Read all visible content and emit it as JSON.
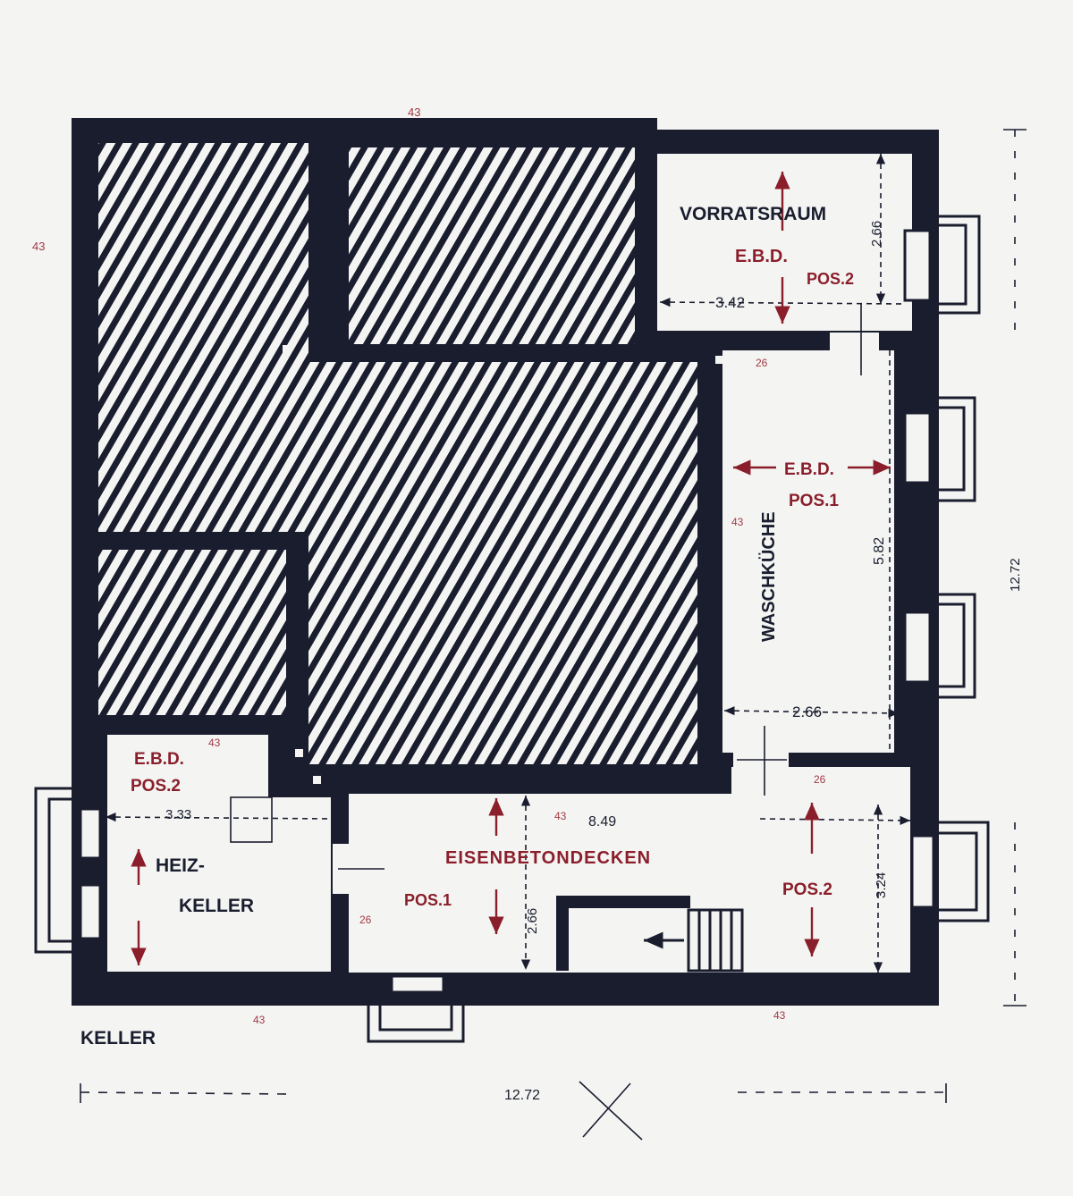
{
  "plan": {
    "title": "KELLER",
    "rooms": {
      "vorratsraum": "VORRATSRAUM",
      "waschkueche": "WASCHKÜCHE",
      "heizkeller_line1": "HEIZ-",
      "heizkeller_line2": "KELLER",
      "eisenbetondecken": "EISENBETONDECKEN"
    },
    "annotations": {
      "ebd_1": "E.B.D.",
      "pos2_1": "POS.2",
      "ebd_2": "E.B.D.",
      "pos1_1": "POS.1",
      "ebd_3": "E.B.D.",
      "pos2_2": "POS.2",
      "pos1_2": "POS.1",
      "pos2_3": "POS.2"
    },
    "dimensions": {
      "vorrat_width": "3.42",
      "vorrat_height": "2.66",
      "wasch_height": "5.82",
      "wasch_width": "2.66",
      "heiz_width": "3.33",
      "corridor_width": "8.49",
      "corridor_height": "2.66",
      "right_height": "3.24",
      "total_right": "12.72",
      "total_bottom": "12.72"
    },
    "wall_marks": {
      "m1": "43",
      "m2": "43",
      "m3": "26",
      "m4": "43",
      "m5": "43",
      "m6": "43",
      "m7": "26",
      "m8": "26",
      "m9": "43",
      "m10": "43"
    },
    "colors": {
      "wall": "#1a1d2e",
      "ink_red": "#8b1e2b",
      "paper": "#f4f5f3"
    }
  }
}
